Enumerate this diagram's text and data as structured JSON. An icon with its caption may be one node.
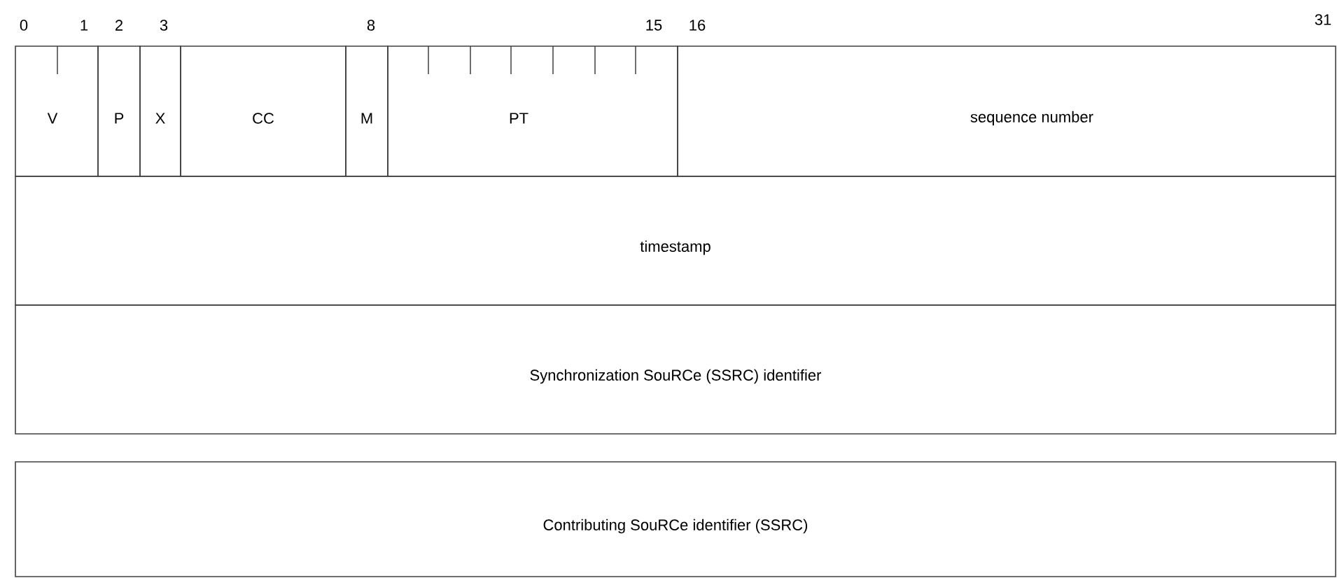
{
  "diagram": {
    "nodes": [
      {
        "text": [
          "V"
        ]
      },
      {
        "text": [
          "P"
        ]
      },
      {
        "text": [
          "X"
        ]
      },
      {
        "text": [
          "CC"
        ]
      },
      {
        "text": [
          "M"
        ]
      },
      {
        "text": [
          "PT"
        ]
      },
      {
        "text": [
          "sequence number"
        ]
      },
      {
        "text": [
          "timestamp"
        ]
      },
      {
        "text": [
          "Synchronization SouRCe (SSRC) identifier"
        ]
      },
      {
        "text": [
          "Contributing SouRCe identifier (SSRC)"
        ]
      }
    ],
    "labels": [
      "0",
      "1",
      "2",
      "3",
      "8",
      "15",
      "16",
      "31"
    ]
  }
}
